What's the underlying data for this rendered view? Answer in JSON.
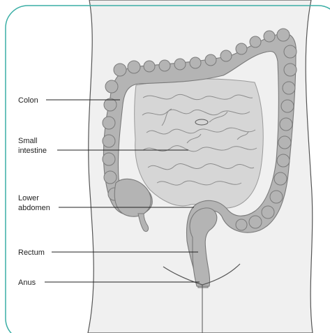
{
  "labels": {
    "colon": "Colon",
    "small_intestine_line1": "Small",
    "small_intestine_line2": "intestine",
    "lower_abdomen_line1": "Lower",
    "lower_abdomen_line2": "abdomen",
    "rectum": "Rectum",
    "anus": "Anus"
  },
  "colors": {
    "frame": "#3aaea5",
    "body_fill": "#f0f0f0",
    "outline": "#555555",
    "colon_fill": "#b4b4b4",
    "colon_stroke": "#7a7a7a",
    "intestine_fill": "#d6d6d6",
    "intestine_fold": "#8c8c8c",
    "leader_line": "#222222"
  }
}
